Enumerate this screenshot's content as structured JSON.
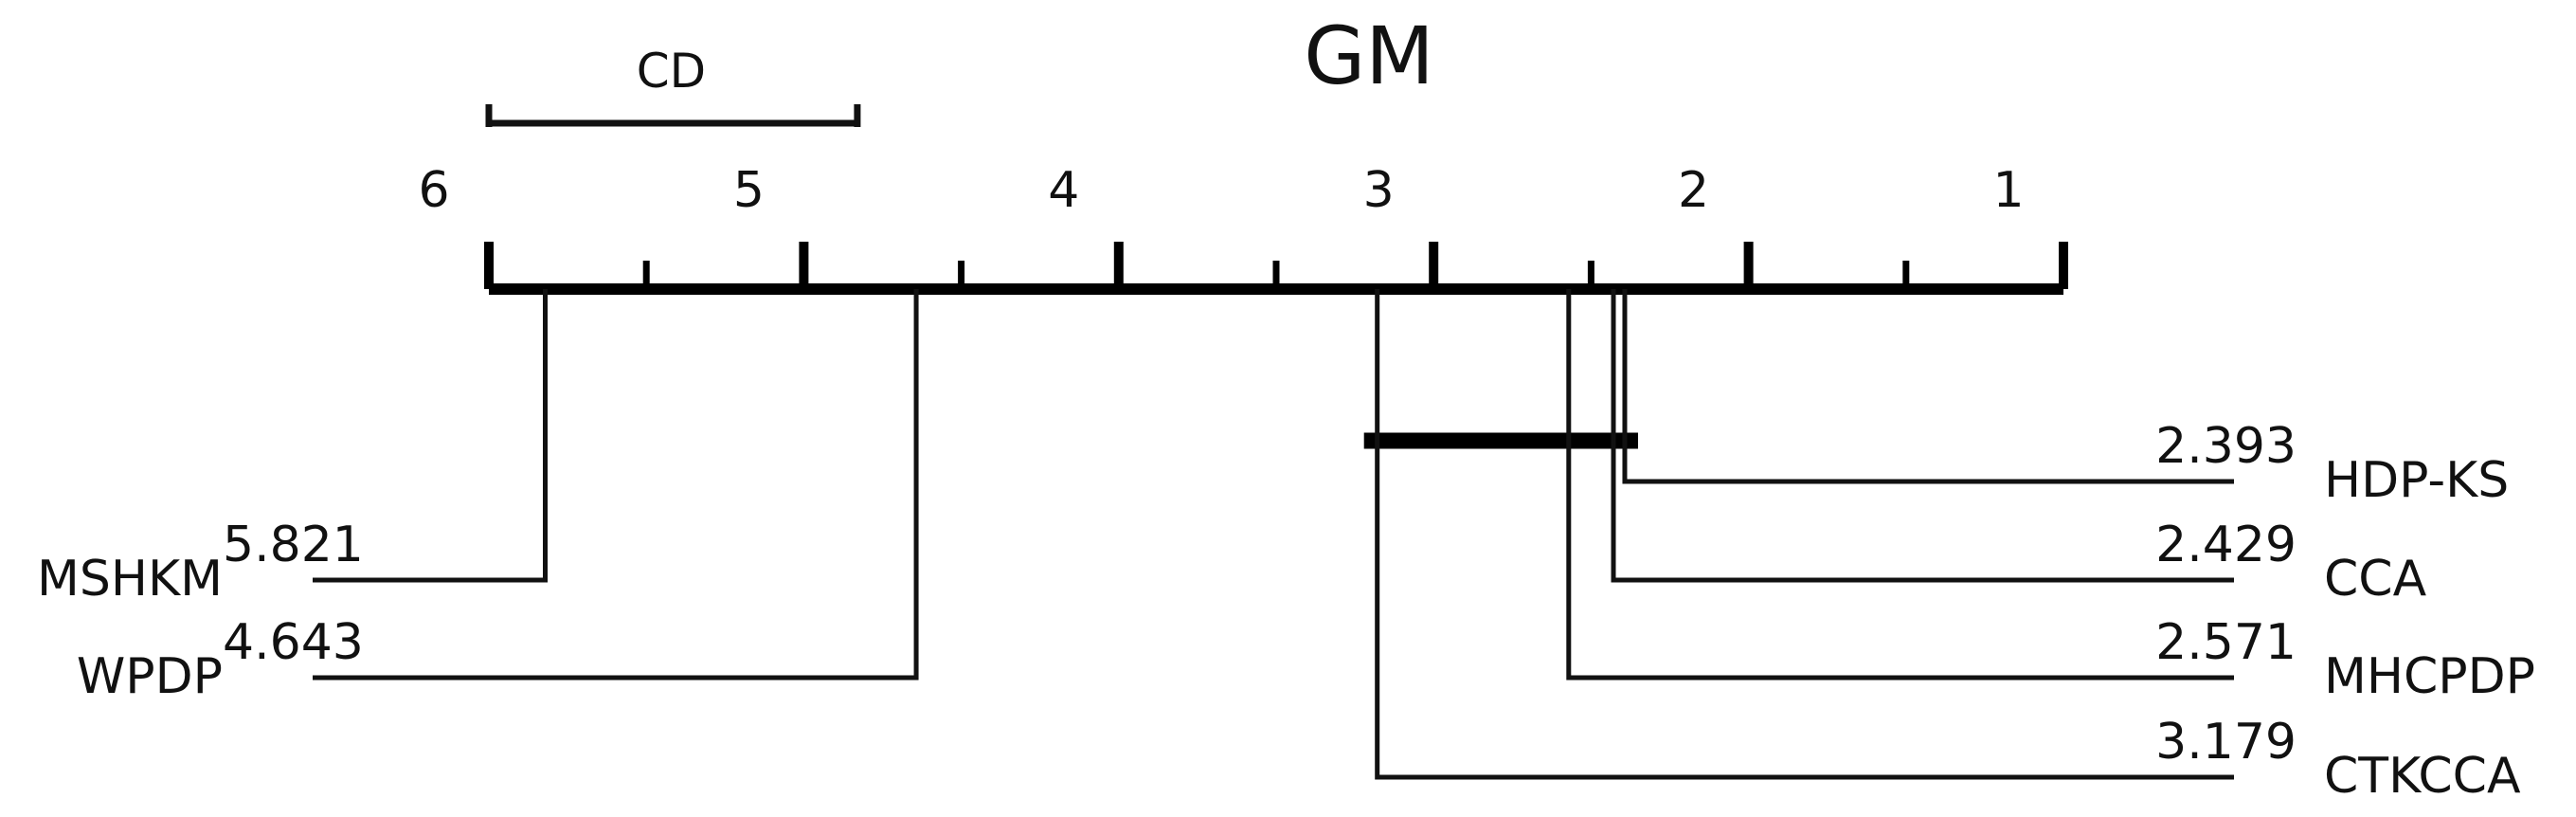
{
  "chart_data": {
    "type": "critical-difference-diagram",
    "title": "GM",
    "cd_label": "CD",
    "cd_value": 1.17,
    "axis_range": [
      6,
      1
    ],
    "reversed_axis": true,
    "major_ticks": [
      6,
      5,
      4,
      3,
      2,
      1
    ],
    "minor_ticks": [
      5.5,
      4.5,
      3.5,
      2.5,
      1.5
    ],
    "tick_labels": [
      "6",
      "5",
      "4",
      "3",
      "2",
      "1"
    ],
    "methods": [
      {
        "name": "MSHKM",
        "rank": 5.821,
        "rank_label": "5.821",
        "side": "left"
      },
      {
        "name": "WPDP",
        "rank": 4.643,
        "rank_label": "4.643",
        "side": "left"
      },
      {
        "name": "HDP-KS",
        "rank": 2.393,
        "rank_label": "2.393",
        "side": "right"
      },
      {
        "name": "CCA",
        "rank": 2.429,
        "rank_label": "2.429",
        "side": "right"
      },
      {
        "name": "MHCPDP",
        "rank": 2.571,
        "rank_label": "2.571",
        "side": "right"
      },
      {
        "name": "CTKCCA",
        "rank": 3.179,
        "rank_label": "3.179",
        "side": "right"
      }
    ],
    "cliques": [
      {
        "from_rank": 3.179,
        "to_rank": 2.393
      }
    ],
    "grid": false,
    "legend": "none"
  }
}
